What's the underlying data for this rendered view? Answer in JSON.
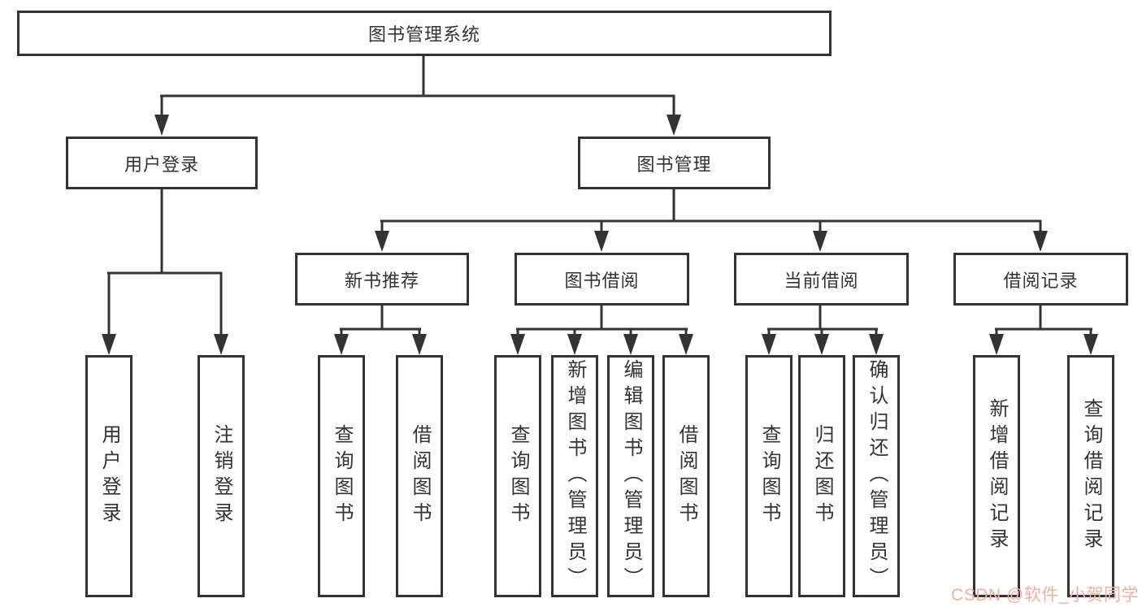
{
  "nodes": {
    "root": "图书管理系统",
    "user_login": "用户登录",
    "book_mgmt": "图书管理",
    "new_book_rec": "新书推荐",
    "book_borrow": "图书借阅",
    "current_borrow": "当前借阅",
    "borrow_records": "借阅记录",
    "leaf_user_login": "用户登录",
    "leaf_logout": "注销登录",
    "leaf_nb_query": "查询图书",
    "leaf_nb_borrow": "借阅图书",
    "leaf_bb_query": "查询图书",
    "leaf_bb_add": "新增图书（管理员）",
    "leaf_bb_edit": "编辑图书（管理员）",
    "leaf_bb_borrow": "借阅图书",
    "leaf_cb_query": "查询图书",
    "leaf_cb_return": "归还图书",
    "leaf_cb_confirm": "确认归还（管理员）",
    "leaf_br_add": "新增借阅记录",
    "leaf_br_query": "查询借阅记录"
  },
  "watermark": {
    "text": "CSDN @软件_小贺同学"
  },
  "colors": {
    "line": "#333333",
    "text": "#333333",
    "watermark": "#efafa4",
    "background": "#ffffff"
  }
}
